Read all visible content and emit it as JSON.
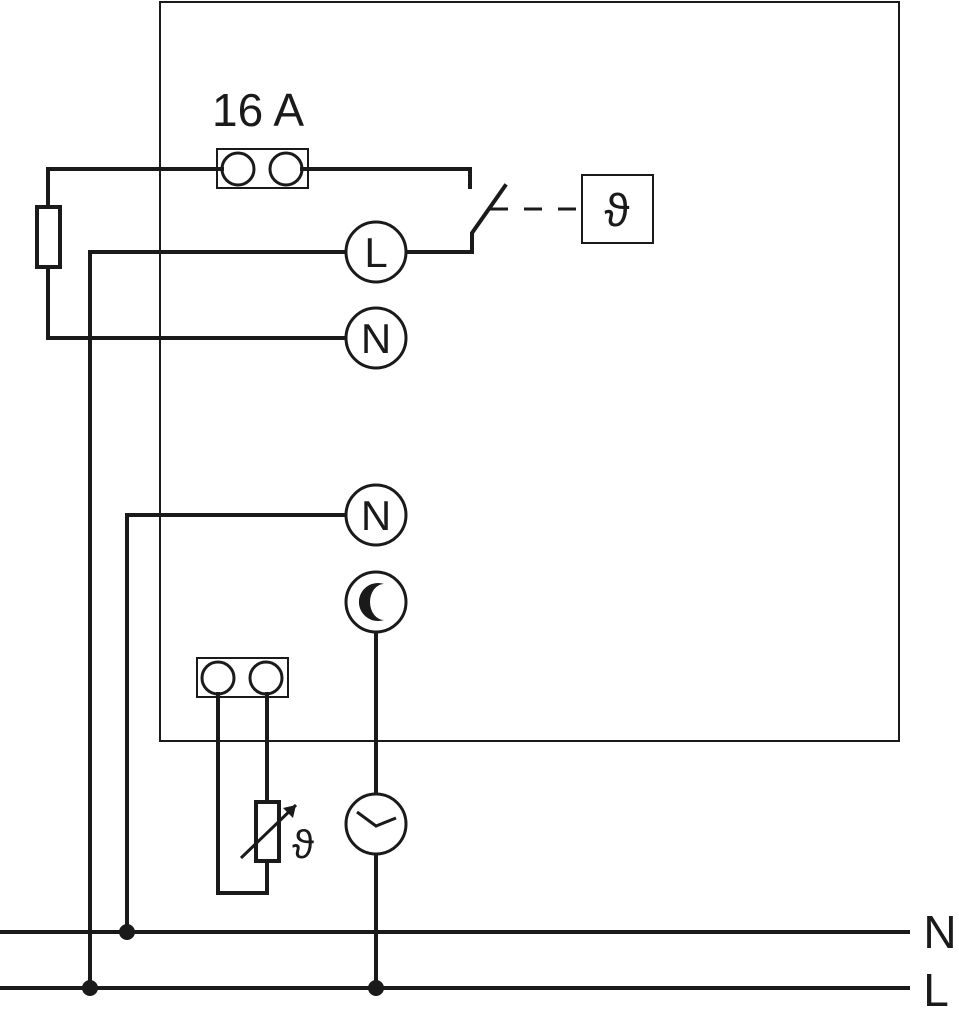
{
  "fuse_rating": "16 A",
  "terminals": {
    "line": "L",
    "neutral_load": "N",
    "neutral_supply": "N"
  },
  "temperature_symbol": "ϑ",
  "mains": {
    "neutral": "N",
    "line": "L"
  },
  "colors": {
    "ink": "#1a1a1a",
    "background": "#ffffff"
  }
}
